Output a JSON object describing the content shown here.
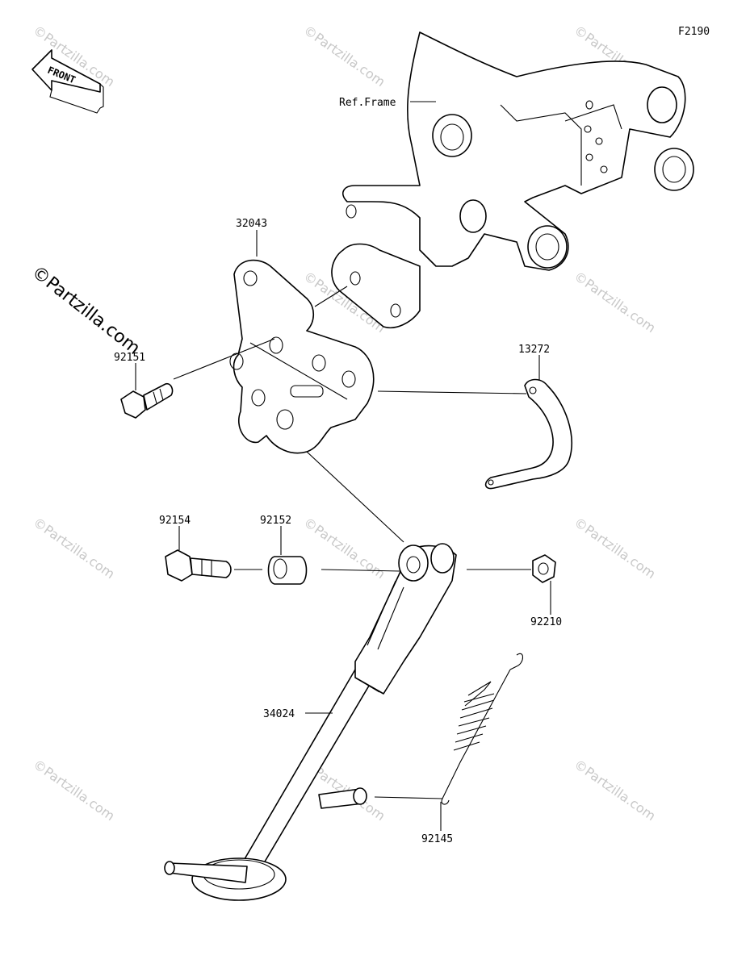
{
  "diagram": {
    "figure_code": "F2190",
    "front_label": "FRONT",
    "ref_frame_label": "Ref.Frame",
    "copyright_text": "©Partzilla.com",
    "watermark_text": "©Partzilla.com",
    "parts": [
      {
        "number": "32043",
        "name": "bracket-plate"
      },
      {
        "number": "92151",
        "name": "flange-bolt"
      },
      {
        "number": "13272",
        "name": "stand-switch-bracket"
      },
      {
        "number": "92154",
        "name": "pivot-bolt"
      },
      {
        "number": "92152",
        "name": "collar"
      },
      {
        "number": "92210",
        "name": "nut"
      },
      {
        "number": "34024",
        "name": "side-stand"
      },
      {
        "number": "92145",
        "name": "spring"
      }
    ]
  }
}
